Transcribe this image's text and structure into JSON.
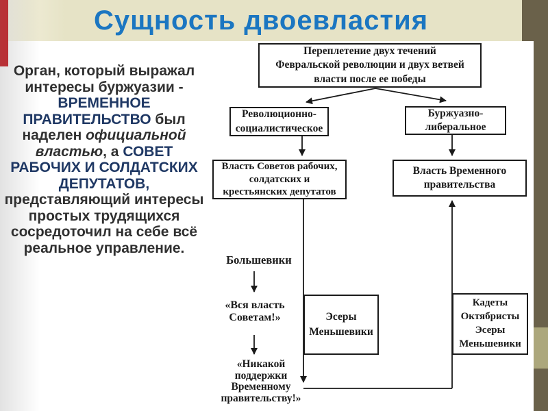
{
  "header": {
    "title": "Сущность двоевластия"
  },
  "left_panel": {
    "segments": [
      {
        "text": "Орган, который выражал интересы буржуазии - ",
        "style": "plain"
      },
      {
        "text": "ВРЕМЕННОЕ ПРАВИТЕЛЬСТВО",
        "style": "navy"
      },
      {
        "text": " был наделен ",
        "style": "plain"
      },
      {
        "text": "официальной властью",
        "style": "italic"
      },
      {
        "text": ", а ",
        "style": "plain"
      },
      {
        "text": "СОВЕТ РАБОЧИХ И СОЛДАТСКИХ ДЕПУТАТОВ,",
        "style": "navy"
      },
      {
        "text": " представляющий интересы простых трудящихся сосредоточил на себе всё реальное управление.",
        "style": "plain"
      }
    ]
  },
  "diagram": {
    "boxes": {
      "root": {
        "text": "Переплетение двух течений\nФевральской революции и двух ветвей\nвласти после ее победы"
      },
      "rev_soc": {
        "text": "Революционно-\nсоциалистическое"
      },
      "bourg_lib": {
        "text": "Буржуазно-\nлиберальное"
      },
      "soviet_power": {
        "text": "Власть Советов рабочих,\nсолдатских и\nкрестьянских депутатов"
      },
      "prov_gov": {
        "text": "Власть Временного\nправительства"
      },
      "esery_mensheviki": {
        "text": "Эсеры\nМеньшевики"
      },
      "kadety_group": {
        "text": "Кадеты\nОктябристы\nЭсеры\nМеньшевики"
      }
    },
    "labels": {
      "bolsheviki": {
        "text": "Большевики"
      },
      "all_power": {
        "text": "«Вся власть\nСоветам!»"
      },
      "no_support": {
        "text": "«Никакой\nподдержки\nВременному\nправительству!»"
      }
    }
  },
  "theme": {
    "title_color": "#1B76C1",
    "navy_text": "#1F3864",
    "body_text": "#303030",
    "header_cream": "#E6E3C6",
    "edge_olive": "#6A614A",
    "edge_khaki": "#ACA77C",
    "corner_red": "#C8232A",
    "diagram_ink": "#1A1A1A"
  }
}
